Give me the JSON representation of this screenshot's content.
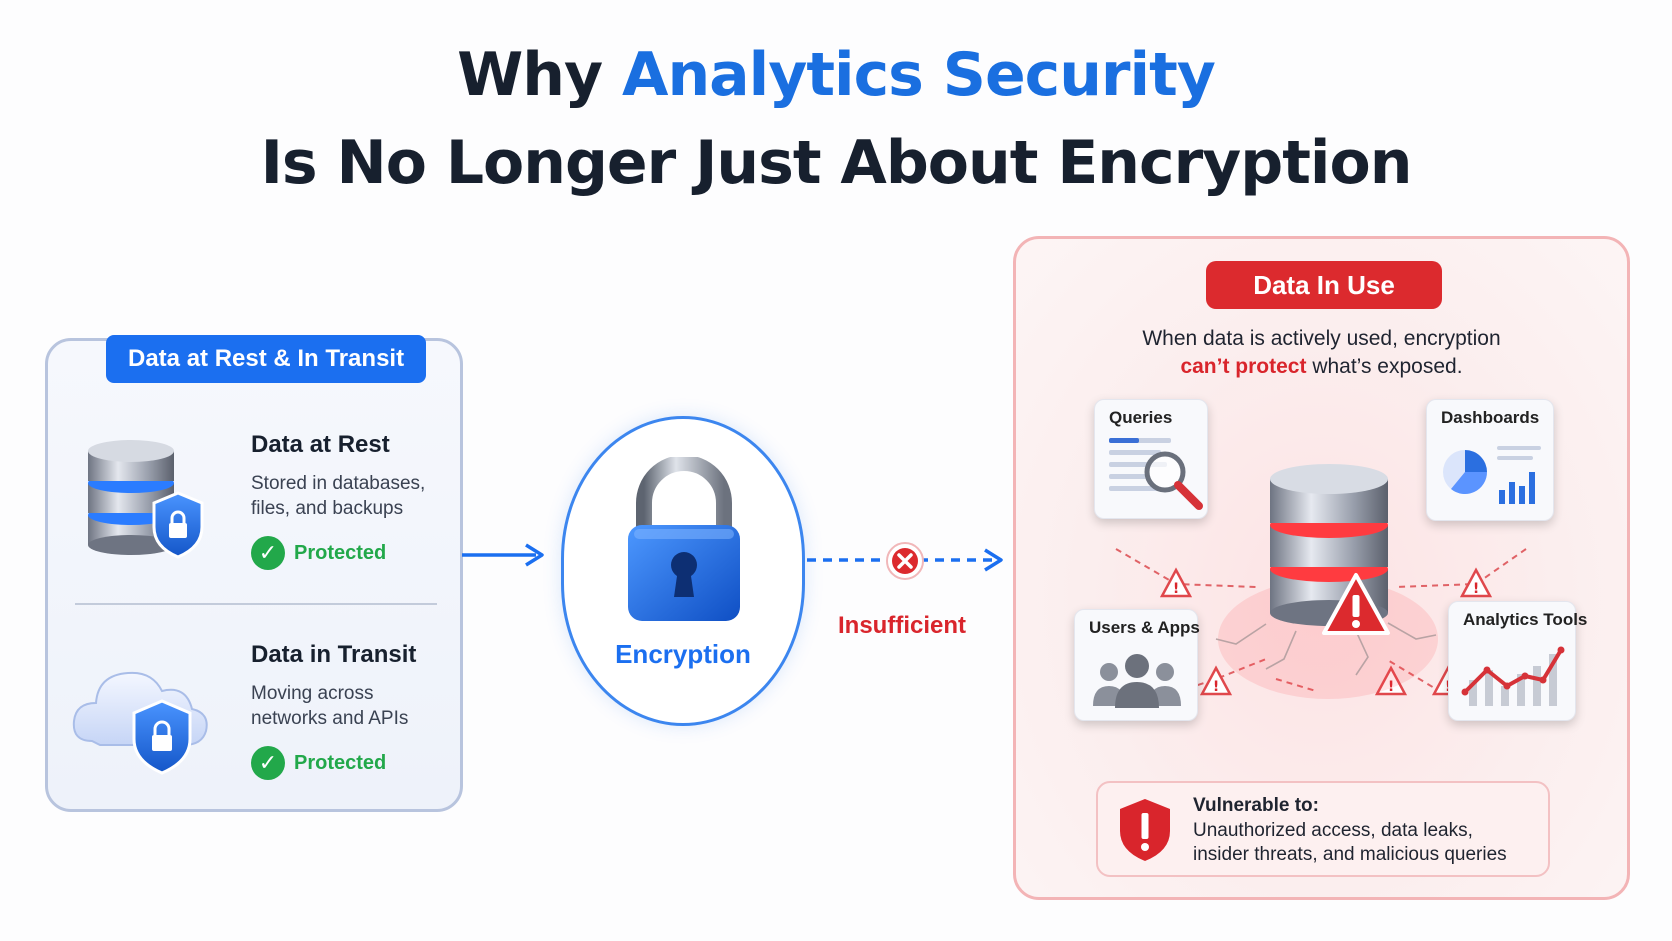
{
  "title": {
    "prefix": "Why",
    "accent": "Analytics Security",
    "line2": "Is No Longer Just About Encryption"
  },
  "left_panel": {
    "tag": "Data at Rest & In Transit",
    "items": [
      {
        "heading": "Data at Rest",
        "description": "Stored in databases, files, and backups",
        "status": "Protected",
        "icon": "database-shield-icon"
      },
      {
        "heading": "Data in Transit",
        "description": "Moving across networks and APIs",
        "status": "Protected",
        "icon": "cloud-shield-icon"
      }
    ]
  },
  "middle": {
    "label": "Encryption",
    "verdict": "Insufficient"
  },
  "right_panel": {
    "tag": "Data In Use",
    "desc_line1": "When data is actively used, encryption",
    "desc_red": "can’t protect",
    "desc_rest": " what’s exposed.",
    "cards": {
      "queries": "Queries",
      "dashboards": "Dashboards",
      "users": "Users & Apps",
      "tools": "Analytics Tools"
    },
    "vulnerable_title": "Vulnerable to:",
    "vulnerable_desc": "Unauthorized access, data leaks, insider threats, and malicious queries"
  },
  "colors": {
    "accent_blue": "#1a6fe0",
    "protected_green": "#22a84a",
    "danger_red": "#dc2a2e"
  }
}
